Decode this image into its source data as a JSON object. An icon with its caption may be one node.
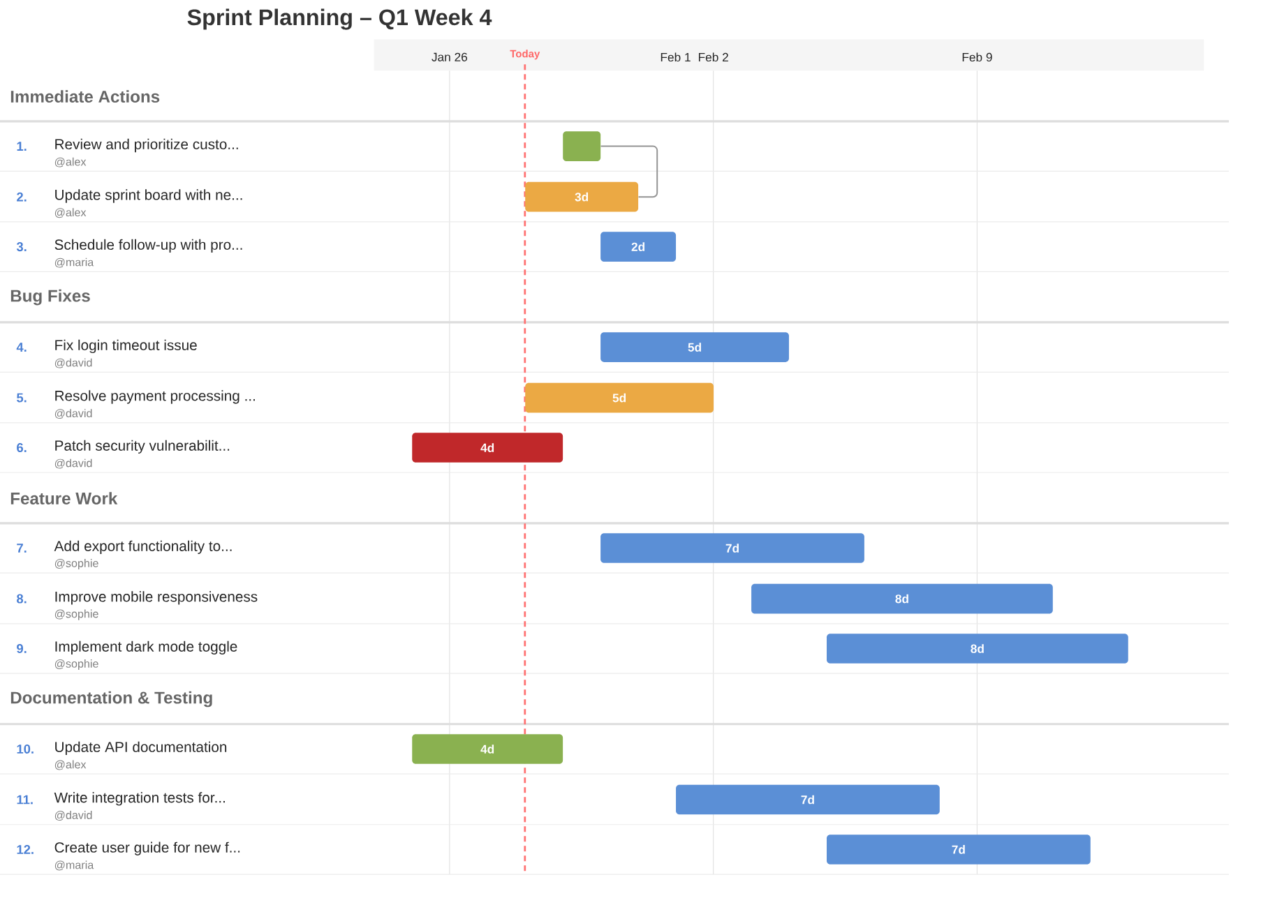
{
  "diagram": {
    "title": "Sprint Planning – Q1 Week 4",
    "nodes": [
      {
        "text": [],
        "shape": "bar"
      },
      {
        "text": [
          "3d"
        ]
      },
      {
        "text": [
          "2d"
        ]
      },
      {
        "text": [
          "5d"
        ]
      },
      {
        "text": [
          "5d"
        ]
      },
      {
        "text": [
          "4d"
        ]
      },
      {
        "text": [
          "7d"
        ]
      },
      {
        "text": [
          "8d"
        ]
      },
      {
        "text": [
          "8d"
        ]
      },
      {
        "text": [
          "4d"
        ]
      },
      {
        "text": [
          "7d"
        ]
      },
      {
        "text": [
          "7d"
        ]
      }
    ],
    "edges": [
      {
        "from": 0,
        "to": 1,
        "arrow": "none"
      }
    ],
    "labels": [
      "Jan 26",
      "Today",
      "Feb 1",
      "Feb 2",
      "Feb 9",
      "Immediate Actions",
      "1.",
      "Review and prioritize custo...",
      "@alex",
      "2.",
      "Update sprint board with ne...",
      "@alex",
      "3.",
      "Schedule follow-up with pro...",
      "@maria",
      "Bug Fixes",
      "4.",
      "Fix login timeout issue",
      "@david",
      "5.",
      "Resolve payment processing ...",
      "@david",
      "6.",
      "Patch security vulnerabilit...",
      "@david",
      "Feature Work",
      "7.",
      "Add export functionality to...",
      "@sophie",
      "8.",
      "Improve mobile responsiveness",
      "@sophie",
      "9.",
      "Implement dark mode toggle",
      "@sophie",
      "Documentation & Testing",
      "10.",
      "Update API documentation",
      "@alex",
      "11.",
      "Write integration tests for...",
      "@david",
      "12.",
      "Create user guide for new f...",
      "@maria"
    ]
  }
}
